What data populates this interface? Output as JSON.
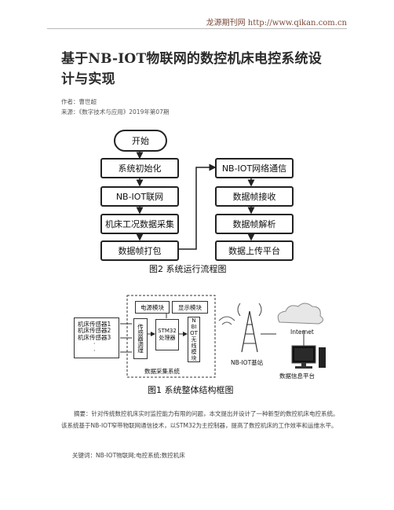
{
  "header": {
    "site": "龙源期刊网 http://www.qikan.com.cn"
  },
  "article": {
    "title_line1": "基于NB-IOT物联网的数控机床电控系统设",
    "title_line2": "计与实现",
    "author": "作者：曹世超",
    "source": "来源：《数字技术与应用》2019年第07期"
  },
  "figure2": {
    "caption": "图2  系统运行流程图",
    "left_steps": [
      "开始",
      "系统初始化",
      "NB-IOT联网",
      "机床工况数据采集",
      "数据帧打包"
    ],
    "right_steps": [
      "NB-IOT网络通信",
      "数据帧接收",
      "数据帧解析",
      "数据上传平台"
    ]
  },
  "figure1": {
    "caption": "图1  系统整体结构框图",
    "sensors": [
      "机床传感器1",
      "机床传感器2",
      "机床传感器3",
      "·",
      "·",
      "·"
    ],
    "power_module": "电源模块",
    "display_module": "显示模块",
    "conditioning": "传感器调理",
    "processor_line1": "STM32",
    "processor_line2": "处理器",
    "nb_module": "NBIOT无线模块",
    "acquisition_system": "数据采集系统",
    "base_station": "NB-IOT基站",
    "internet": "Internet",
    "platform": "数据信息平台"
  },
  "abstract": {
    "text": "摘要：针对传统数控机床实时监控能力有限的问题，本文提出并设计了一种新型的数控机床电控系统。该系统基于NB-IOT窄带物联网通信技术，以STM32为主控制器，提高了数控机床的工作效率和运维水平。"
  },
  "keywords": {
    "text": "关键词：NB-IOT物联网;电控系统;数控机床"
  }
}
